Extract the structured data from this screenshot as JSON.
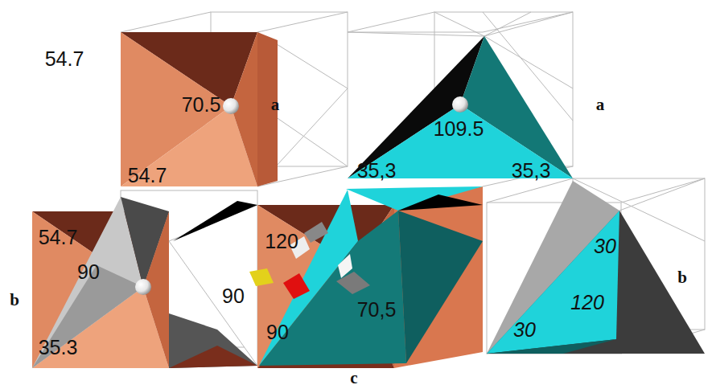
{
  "diagram": {
    "labels": [
      "54.7",
      "70.5",
      "a",
      "109.5",
      "a",
      "35,3",
      "35,3",
      "54.7",
      "54.7",
      "90",
      "b",
      "35.3",
      "120",
      "90",
      "90",
      "70,5",
      "c",
      "30",
      "120",
      "30",
      "b"
    ]
  }
}
